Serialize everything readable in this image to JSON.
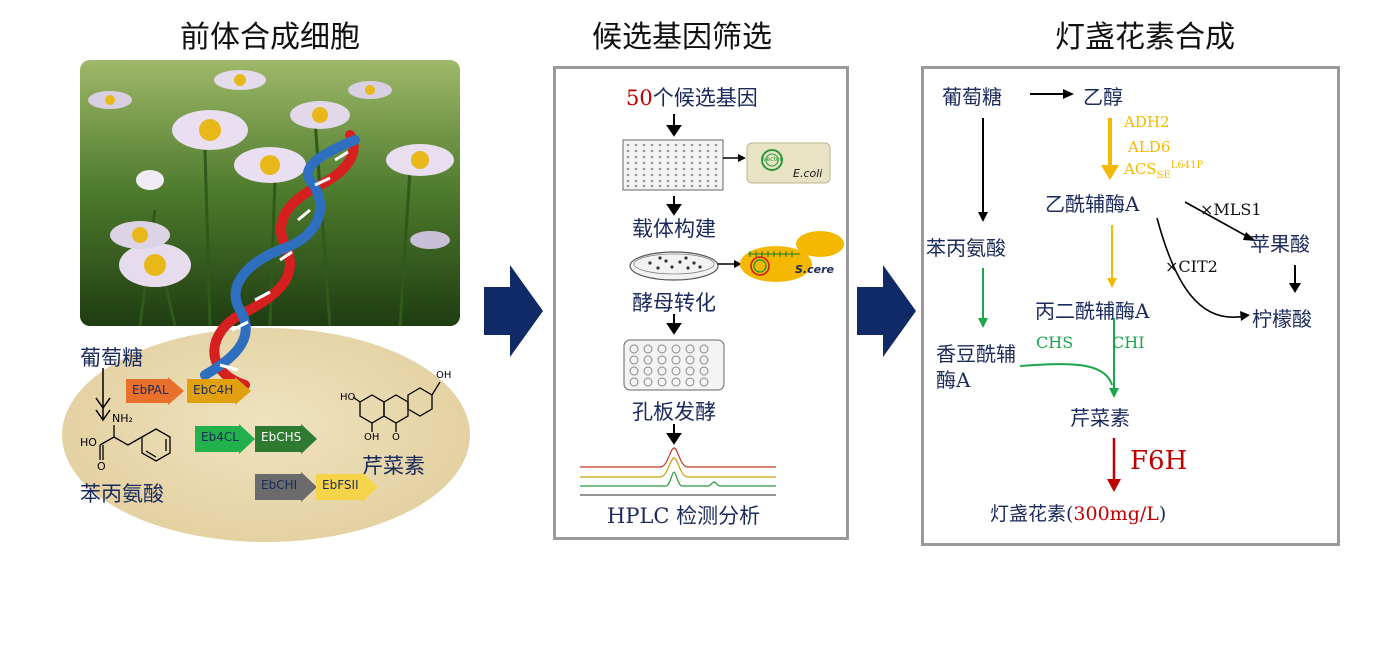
{
  "titles": {
    "left": "前体合成细胞",
    "middle": "候选基因筛选",
    "right": "灯盏花素合成"
  },
  "left_panel": {
    "glucose": "葡萄糖",
    "phenylalanine": "苯丙氨酸",
    "apigenin": "芹菜素",
    "genes": [
      "EbPAL",
      "EbC4H",
      "Eb4CL",
      "EbCHS",
      "EbCHI",
      "EbFSII"
    ],
    "structure_labels": {
      "nh2": "NH₂",
      "ho": "HO",
      "o": "O",
      "oh_top": "OH",
      "ho_left": "HO",
      "oh_bottom": "OH",
      "o_bottom": "O"
    }
  },
  "middle_panel": {
    "count": "50",
    "candidates_text": "个候选基因",
    "ecoli_label": "E.coli",
    "vector_label": "vector",
    "step_vector": "载体构建",
    "scere_label": "S.cere",
    "step_yeast": "酵母转化",
    "step_plate": "孔板发酵",
    "step_hplc": "HPLC 检测分析"
  },
  "right_panel": {
    "glucose": "葡萄糖",
    "ethanol": "乙醇",
    "adh2": "ADH2",
    "ald6": "ALD6",
    "acs": "ACS",
    "acs_sub": "SE",
    "acs_sup": "L641P",
    "acetyl_coa": "乙酰辅酶A",
    "mls1": "×MLS1",
    "malate": "苹果酸",
    "cit2": "×CIT2",
    "citrate": "柠檬酸",
    "phenylalanine": "苯丙氨酸",
    "malonyl_coa": "丙二酰辅酶A",
    "coumaroyl_coa_line1": "香豆酰辅",
    "coumaroyl_coa_line2": "酶A",
    "chs": "CHS",
    "chi": "CHI",
    "apigenin": "芹菜素",
    "f6h": "F6H",
    "breviscapine": "灯盏花素(",
    "titer": "300mg/L",
    "close_paren": ")"
  },
  "colors": {
    "navy": "#1a2a5c",
    "red": "#c00000",
    "orange": "#f5b800",
    "green": "#1aa64b",
    "black": "#000000",
    "box_border": "#9a9a9a"
  }
}
